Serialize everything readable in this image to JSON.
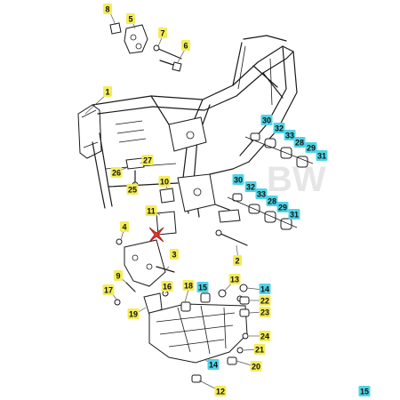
{
  "colors": {
    "yellow_tag": "#f4ec58",
    "cyan_tag": "#4fd4e6",
    "line": "#1a1a1a",
    "marker_red": "#e03a2e"
  },
  "watermark": "BW",
  "callouts": [
    {
      "label": "8",
      "color": "yellow"
    },
    {
      "label": "5",
      "color": "yellow"
    },
    {
      "label": "7",
      "color": "yellow"
    },
    {
      "label": "6",
      "color": "yellow"
    },
    {
      "label": "1",
      "color": "yellow"
    },
    {
      "label": "30",
      "color": "cyan"
    },
    {
      "label": "32",
      "color": "cyan"
    },
    {
      "label": "33",
      "color": "cyan"
    },
    {
      "label": "28",
      "color": "cyan"
    },
    {
      "label": "29",
      "color": "cyan"
    },
    {
      "label": "31",
      "color": "cyan"
    },
    {
      "label": "27",
      "color": "yellow"
    },
    {
      "label": "26",
      "color": "yellow"
    },
    {
      "label": "25",
      "color": "yellow"
    },
    {
      "label": "10",
      "color": "yellow"
    },
    {
      "label": "30",
      "color": "cyan"
    },
    {
      "label": "32",
      "color": "cyan"
    },
    {
      "label": "33",
      "color": "cyan"
    },
    {
      "label": "28",
      "color": "cyan"
    },
    {
      "label": "29",
      "color": "cyan"
    },
    {
      "label": "31",
      "color": "cyan"
    },
    {
      "label": "11",
      "color": "yellow"
    },
    {
      "label": "4",
      "color": "yellow"
    },
    {
      "label": "3",
      "color": "yellow"
    },
    {
      "label": "2",
      "color": "yellow"
    },
    {
      "label": "9",
      "color": "yellow"
    },
    {
      "label": "17",
      "color": "yellow"
    },
    {
      "label": "16",
      "color": "yellow"
    },
    {
      "label": "19",
      "color": "yellow"
    },
    {
      "label": "18",
      "color": "yellow"
    },
    {
      "label": "15",
      "color": "cyan"
    },
    {
      "label": "13",
      "color": "yellow"
    },
    {
      "label": "14",
      "color": "cyan"
    },
    {
      "label": "22",
      "color": "yellow"
    },
    {
      "label": "23",
      "color": "yellow"
    },
    {
      "label": "24",
      "color": "yellow"
    },
    {
      "label": "21",
      "color": "yellow"
    },
    {
      "label": "20",
      "color": "yellow"
    },
    {
      "label": "14",
      "color": "cyan"
    },
    {
      "label": "12",
      "color": "yellow"
    },
    {
      "label": "15",
      "color": "cyan"
    }
  ]
}
